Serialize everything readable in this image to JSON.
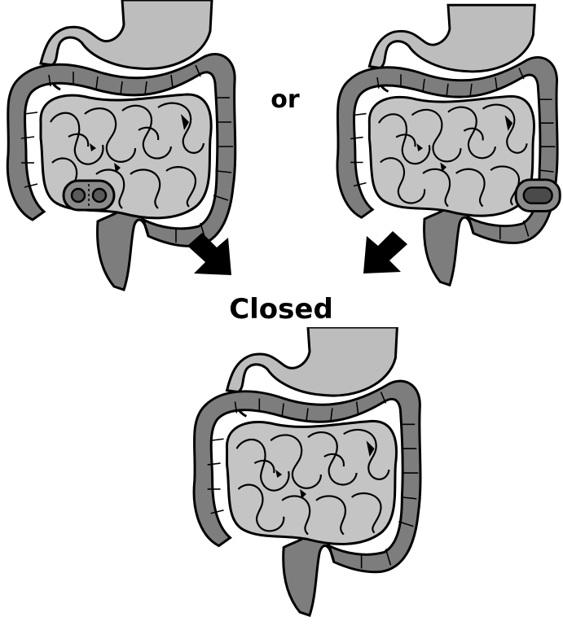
{
  "labels": {
    "or": "or",
    "closed": "Closed"
  },
  "panels": [
    {
      "id": "stoma-loop",
      "stoma": "loop-ileostomy-two-openings-right"
    },
    {
      "id": "stoma-end",
      "stoma": "end-colostomy-left"
    },
    {
      "id": "closed",
      "stoma": "none"
    }
  ],
  "icons": {
    "arrow_left": "arrow-down-right-icon",
    "arrow_right": "arrow-down-left-icon"
  },
  "colors": {
    "stomach": "#bdbdbd",
    "small_intestine": "#c4c4c4",
    "colon": "#7d7d7d",
    "outline": "#000000",
    "stoma": "#5a5a5a",
    "arrow": "#000000"
  }
}
